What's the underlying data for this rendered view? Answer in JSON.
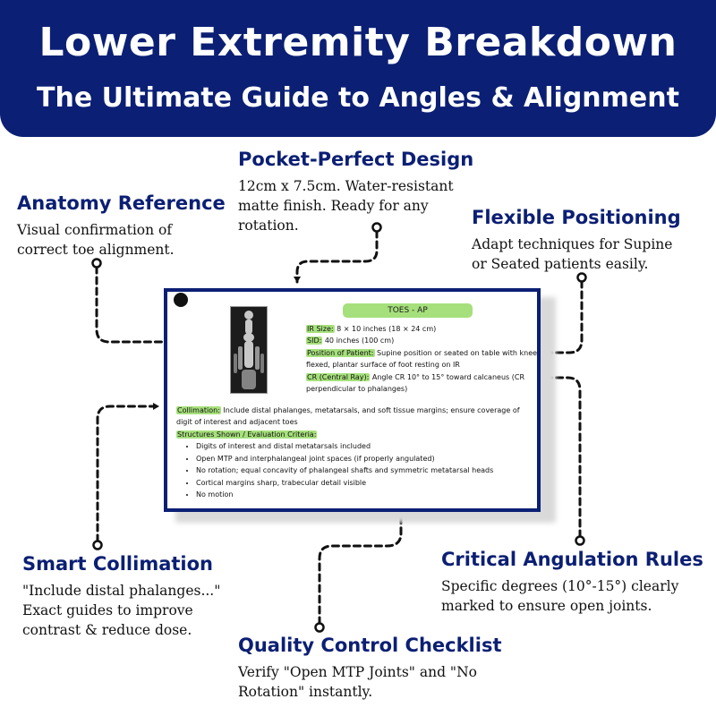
{
  "header": {
    "title": "Lower Extremity Breakdown",
    "subtitle": "The Ultimate Guide to Angles & Alignment"
  },
  "callouts": {
    "pocket": {
      "title": "Pocket-Perfect Design",
      "lines": [
        "12cm x 7.5cm. Water-resistant",
        "matte finish. Ready for any",
        "rotation."
      ]
    },
    "anatomy": {
      "title": "Anatomy Reference",
      "lines": [
        "Visual confirmation of",
        "correct toe alignment."
      ]
    },
    "flexible": {
      "title": "Flexible Positioning",
      "lines": [
        "Adapt techniques for Supine",
        "or Seated patients easily."
      ]
    },
    "collimation": {
      "title": "Smart Collimation",
      "lines": [
        "\"Include distal phalanges...\"",
        "Exact guides to improve",
        "contrast & reduce dose."
      ]
    },
    "angulation": {
      "title": "Critical Angulation Rules",
      "lines": [
        "Specific degrees (10°-15°) clearly",
        "marked to ensure open joints."
      ]
    },
    "quality": {
      "title": "Quality Control Checklist",
      "lines": [
        "Verify \"Open MTP Joints\" and \"No",
        "Rotation\" instantly."
      ]
    }
  },
  "card": {
    "title": "TOES - AP",
    "ir_label": "IR Size:",
    "ir_value": " 8 × 10 inches (18 × 24 cm)",
    "sid_label": "SID:",
    "sid_value": " 40 inches (100 cm)",
    "pos_label": "Position of Patient:",
    "pos_value": " Supine position or seated on table with knee flexed, plantar surface of foot resting on IR",
    "cr_label": "CR (Central Ray):",
    "cr_value": " Angle CR 10° to 15° toward calcaneus (CR perpendicular to phalanges)",
    "coll_label": "Collimation:",
    "coll_value": " Include distal phalanges, metatarsals, and soft tissue margins; ensure coverage of digit of interest and adjacent toes",
    "criteria_label": "Structures Shown / Evaluation Criteria:",
    "criteria": [
      "Digits of interest and distal metatarsals included",
      "Open MTP and interphalangeal joint spaces (if properly angulated)",
      "No rotation; equal concavity of phalangeal shafts and symmetric metatarsal heads",
      "Cortical margins sharp, trabecular detail visible",
      "No motion"
    ]
  },
  "colors": {
    "navy": "#0b1f74",
    "highlight": "#a6e07c"
  }
}
